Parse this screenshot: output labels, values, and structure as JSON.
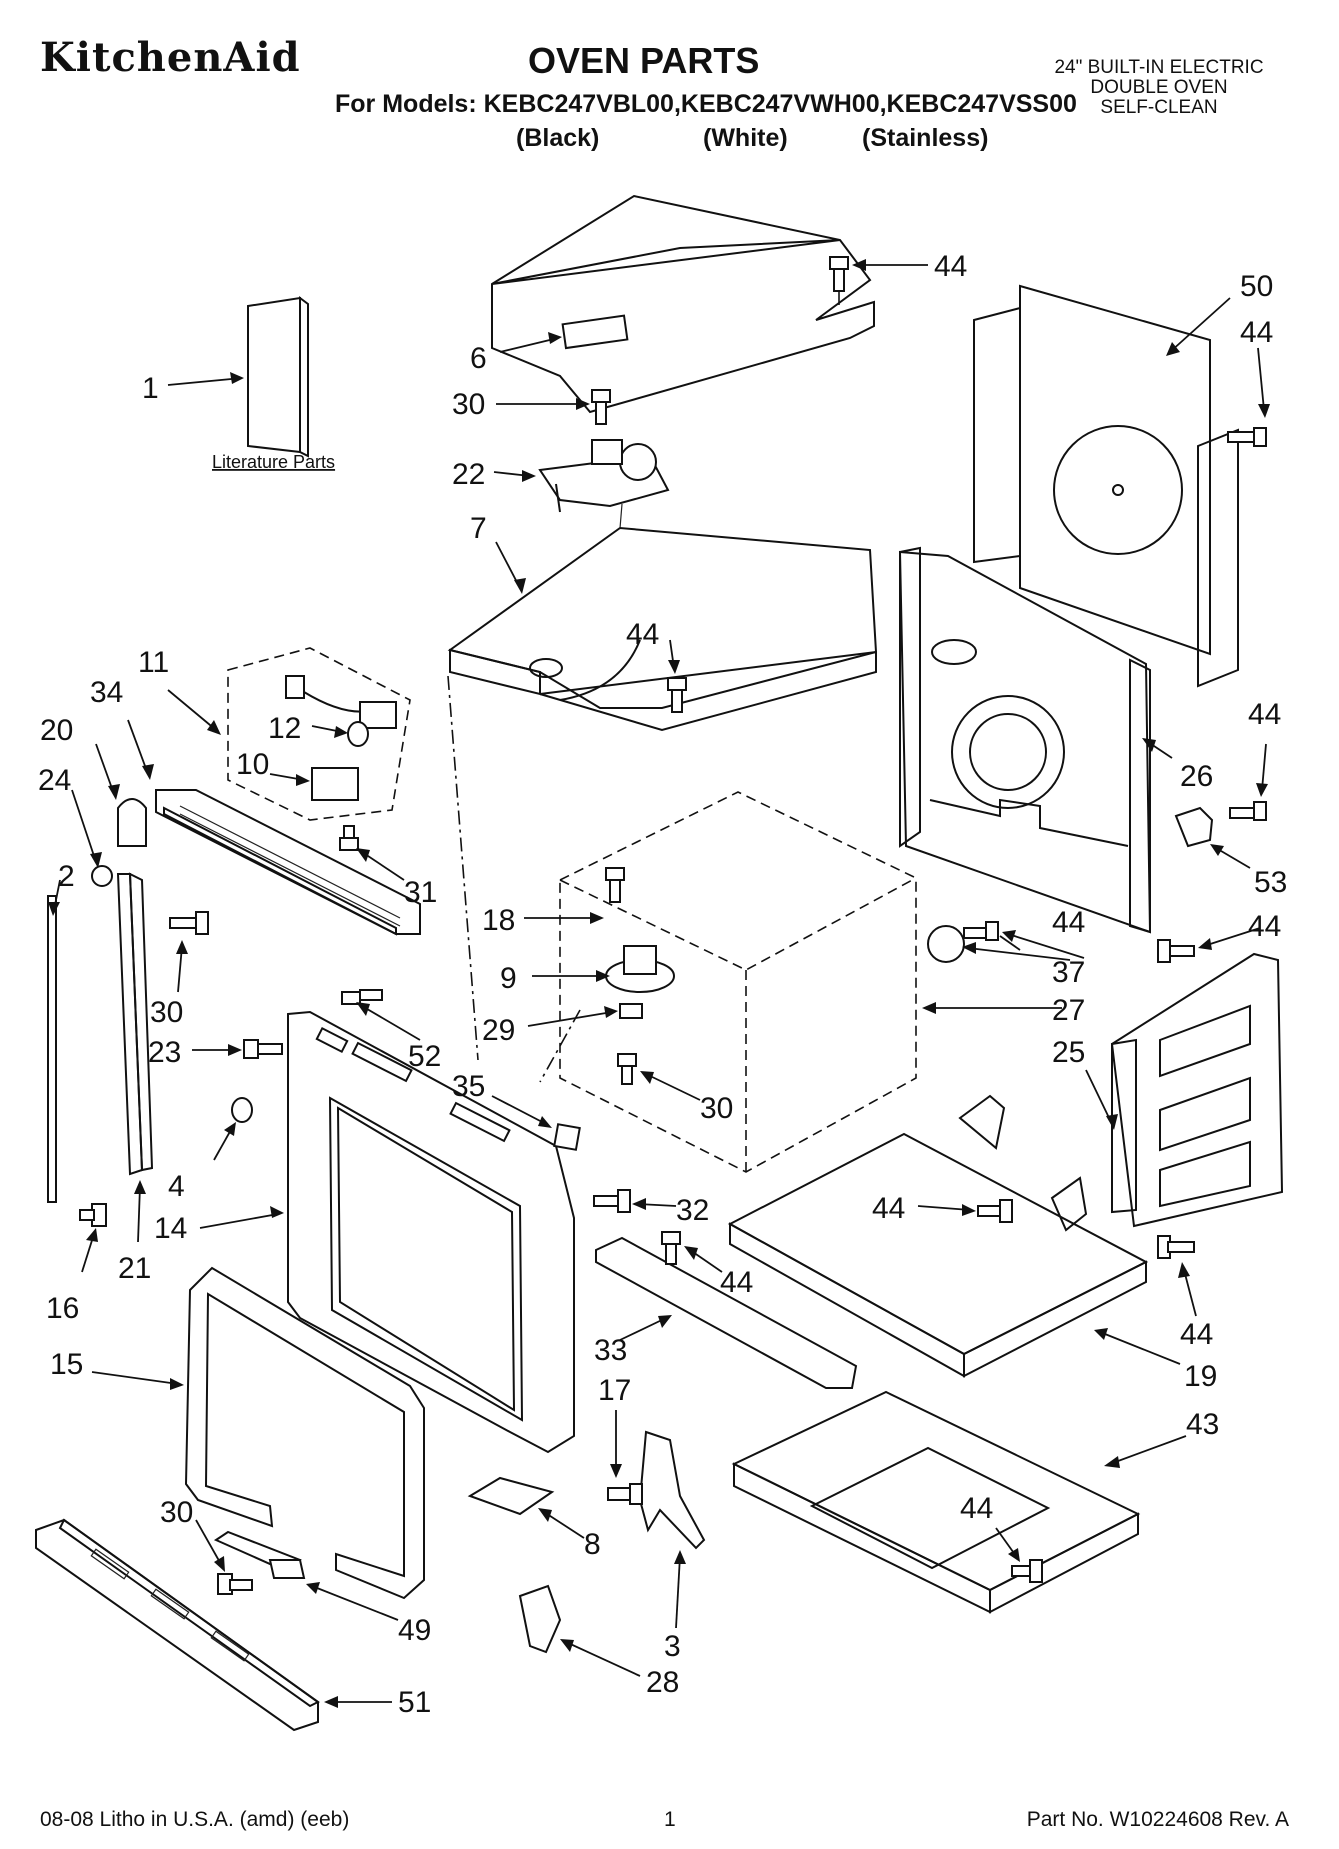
{
  "header": {
    "brand": "KitchenAid",
    "title": "OVEN PARTS",
    "models_line": "For Models: KEBC247VBL00,KEBC247VWH00,KEBC247VSS00",
    "variants": [
      "(Black)",
      "(White)",
      "(Stainless)"
    ],
    "appliance": [
      "24\" BUILT-IN ELECTRIC",
      "DOUBLE OVEN",
      "SELF-CLEAN"
    ]
  },
  "diagram": {
    "literature_label": "Literature Parts",
    "callouts": {
      "c1": "1",
      "c2": "2",
      "c3": "3",
      "c4": "4",
      "c6": "6",
      "c7": "7",
      "c8": "8",
      "c9": "9",
      "c10": "10",
      "c11": "11",
      "c12": "12",
      "c14": "14",
      "c15": "15",
      "c16": "16",
      "c17": "17",
      "c18": "18",
      "c19": "19",
      "c20": "20",
      "c21": "21",
      "c22": "22",
      "c23": "23",
      "c24": "24",
      "c25": "25",
      "c26": "26",
      "c27": "27",
      "c28": "28",
      "c29": "29",
      "c30a": "30",
      "c30b": "30",
      "c30c": "30",
      "c30d": "30",
      "c31": "31",
      "c32": "32",
      "c33": "33",
      "c34": "34",
      "c35": "35",
      "c37": "37",
      "c43": "43",
      "c44a": "44",
      "c44b": "44",
      "c44c": "44",
      "c44d": "44",
      "c44e": "44",
      "c44f": "44",
      "c44g": "44",
      "c44h": "44",
      "c44i": "44",
      "c44j": "44",
      "c49": "49",
      "c50": "50",
      "c51": "51",
      "c52": "52",
      "c53": "53"
    }
  },
  "footer": {
    "left": "08-08 Litho in U.S.A. (amd) (eeb)",
    "page": "1",
    "right": "Part No. W10224608 Rev. A"
  }
}
